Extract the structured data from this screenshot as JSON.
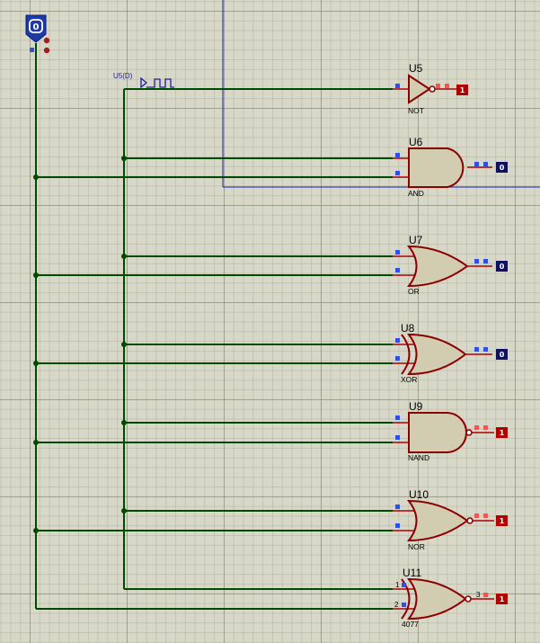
{
  "source": {
    "logic_state_value": "0",
    "clock_label": "U5(D)"
  },
  "gates": [
    {
      "ref": "U5",
      "type": "NOT",
      "output": "1"
    },
    {
      "ref": "U6",
      "type": "AND",
      "output": "0"
    },
    {
      "ref": "U7",
      "type": "OR",
      "output": "0"
    },
    {
      "ref": "U8",
      "type": "XOR",
      "output": "0"
    },
    {
      "ref": "U9",
      "type": "NAND",
      "output": "1"
    },
    {
      "ref": "U10",
      "type": "NOR",
      "output": "1"
    },
    {
      "ref": "U11",
      "type": "4077",
      "output": "1",
      "pin1": "1",
      "pin2": "2",
      "pin3": "3"
    }
  ],
  "colors": {
    "wire": "#004a00",
    "gate_fill": "#d2ccb0",
    "gate_stroke": "#8b0000",
    "high_probe": "#b00000",
    "low_probe": "#101060",
    "frame": "#1020b0"
  }
}
